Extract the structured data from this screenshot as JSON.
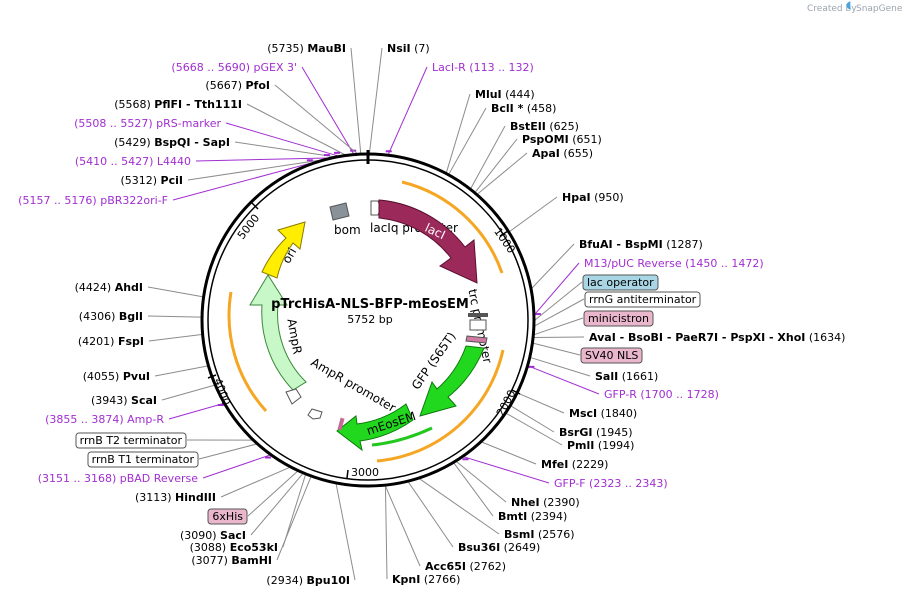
{
  "credit": {
    "text": "Created by",
    "brand": "SnapGene"
  },
  "plasmid": {
    "name": "pTrcHisA-NLS-BFP-mEosEM",
    "size": "5752 bp"
  },
  "ruler_ticks": [
    "1000",
    "2000",
    "3000",
    "4000",
    "5000"
  ],
  "map_features": [
    {
      "label": "bom",
      "color": "#8a9299"
    },
    {
      "label": "lacIq promoter",
      "color": "#ffffff"
    },
    {
      "label": "lacI",
      "color": "#9b2a5a"
    },
    {
      "label": "trc promoter",
      "color": "#ffffff"
    },
    {
      "label": "GFP (S65T)",
      "color": "#22d81e"
    },
    {
      "label": "mEosEM",
      "color": "#22d81e"
    },
    {
      "label": "AmpR promoter",
      "color": "#ffffff"
    },
    {
      "label": "AmpR",
      "color": "#c8f7c8"
    },
    {
      "label": "ori",
      "color": "#ffee00"
    }
  ],
  "left_annotations": [
    {
      "pos": "(5735)",
      "name": "MauBI",
      "type": "enzyme"
    },
    {
      "pos": "(5668 .. 5690)",
      "name": "pGEX 3'",
      "type": "primer"
    },
    {
      "pos": "(5667)",
      "name": "PfoI",
      "type": "enzyme"
    },
    {
      "pos": "(5568)",
      "name": "PflFI  - Tth111I",
      "type": "enzyme"
    },
    {
      "pos": "(5508 .. 5527)",
      "name": "pRS-marker",
      "type": "primer"
    },
    {
      "pos": "(5429)",
      "name": "BspQI  - SapI",
      "type": "enzyme"
    },
    {
      "pos": "(5410 .. 5427)",
      "name": "L4440",
      "type": "primer"
    },
    {
      "pos": "(5312)",
      "name": "PciI",
      "type": "enzyme"
    },
    {
      "pos": "(5157 .. 5176)",
      "name": "pBR322ori-F",
      "type": "primer"
    },
    {
      "pos": "(4424)",
      "name": "AhdI",
      "type": "enzyme"
    },
    {
      "pos": "(4306)",
      "name": "BglI",
      "type": "enzyme"
    },
    {
      "pos": "(4201)",
      "name": "FspI",
      "type": "enzyme"
    },
    {
      "pos": "(4055)",
      "name": "PvuI",
      "type": "enzyme"
    },
    {
      "pos": "(3943)",
      "name": "ScaI",
      "type": "enzyme"
    },
    {
      "pos": "(3855 .. 3874)",
      "name": "Amp-R",
      "type": "primer"
    },
    {
      "pos": "",
      "name": "rrnB T2 terminator",
      "type": "boxed"
    },
    {
      "pos": "",
      "name": "rrnB T1 terminator",
      "type": "boxed"
    },
    {
      "pos": "(3151 .. 3168)",
      "name": "pBAD Reverse",
      "type": "primer"
    },
    {
      "pos": "(3113)",
      "name": "HindIII",
      "type": "enzyme"
    },
    {
      "pos": "",
      "name": "6xHis",
      "type": "pink"
    },
    {
      "pos": "(3090)",
      "name": "SacI",
      "type": "enzyme"
    },
    {
      "pos": "(3088)",
      "name": "Eco53kI",
      "type": "enzyme"
    },
    {
      "pos": "(3077)",
      "name": "BamHI",
      "type": "enzyme"
    },
    {
      "pos": "(2934)",
      "name": "Bpu10I",
      "type": "enzyme"
    }
  ],
  "right_annotations": [
    {
      "name": "NsiI",
      "pos": "(7)",
      "type": "enzyme"
    },
    {
      "name": "LacI-R",
      "pos": "(113 .. 132)",
      "type": "primer"
    },
    {
      "name": "MluI",
      "pos": "(444)",
      "type": "enzyme"
    },
    {
      "name": "BclI *",
      "pos": "(458)",
      "type": "enzyme"
    },
    {
      "name": "BstEII",
      "pos": "(625)",
      "type": "enzyme"
    },
    {
      "name": "PspOMI",
      "pos": "(651)",
      "type": "enzyme"
    },
    {
      "name": "ApaI",
      "pos": "(655)",
      "type": "enzyme"
    },
    {
      "name": "HpaI",
      "pos": "(950)",
      "type": "enzyme"
    },
    {
      "name": "BfuAI  - BspMI",
      "pos": "(1287)",
      "type": "enzyme"
    },
    {
      "name": "M13/pUC Reverse",
      "pos": "(1450 .. 1472)",
      "type": "primer"
    },
    {
      "name": "lac operator",
      "pos": "",
      "type": "blue"
    },
    {
      "name": "rrnG antiterminator",
      "pos": "",
      "type": "boxed"
    },
    {
      "name": "minicistron",
      "pos": "",
      "type": "pink"
    },
    {
      "name": "AvaI  - BsoBI  - PaeR7I  - PspXI  - XhoI",
      "pos": "(1634)",
      "type": "enzyme"
    },
    {
      "name": "SV40 NLS",
      "pos": "",
      "type": "pink"
    },
    {
      "name": "SalI",
      "pos": "(1661)",
      "type": "enzyme"
    },
    {
      "name": "GFP-R",
      "pos": "(1700 .. 1728)",
      "type": "primer"
    },
    {
      "name": "MscI",
      "pos": "(1840)",
      "type": "enzyme"
    },
    {
      "name": "BsrGI",
      "pos": "(1945)",
      "type": "enzyme"
    },
    {
      "name": "PmlI",
      "pos": "(1994)",
      "type": "enzyme"
    },
    {
      "name": "MfeI",
      "pos": "(2229)",
      "type": "enzyme"
    },
    {
      "name": "GFP-F",
      "pos": "(2323 .. 2343)",
      "type": "primer"
    },
    {
      "name": "NheI",
      "pos": "(2390)",
      "type": "enzyme"
    },
    {
      "name": "BmtI",
      "pos": "(2394)",
      "type": "enzyme"
    },
    {
      "name": "BsmI",
      "pos": "(2576)",
      "type": "enzyme"
    },
    {
      "name": "Bsu36I",
      "pos": "(2649)",
      "type": "enzyme"
    },
    {
      "name": "Acc65I",
      "pos": "(2762)",
      "type": "enzyme"
    },
    {
      "name": "KpnI",
      "pos": "(2766)",
      "type": "enzyme"
    }
  ]
}
